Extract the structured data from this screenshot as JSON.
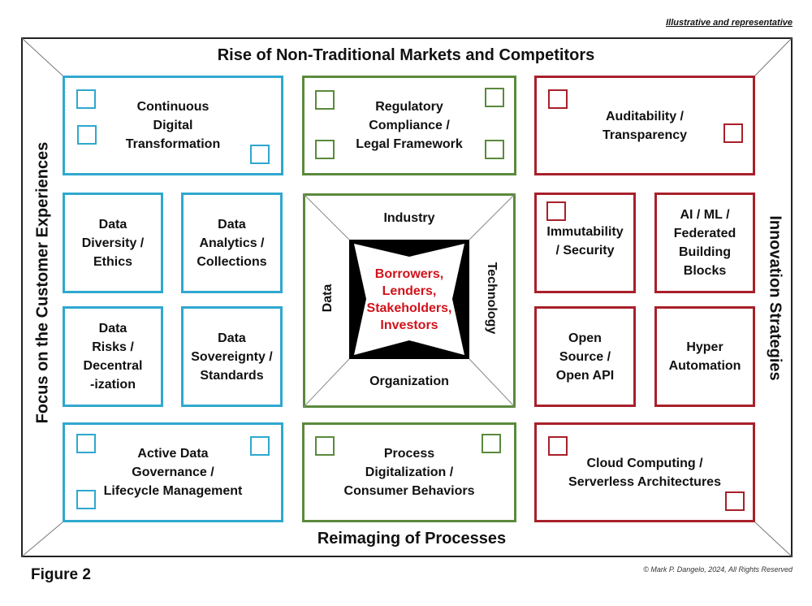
{
  "note": "Illustrative and representative",
  "frame_titles": {
    "top": "Rise of Non-Traditional Markets and Competitors",
    "bottom": "Reimaging of Processes",
    "left": "Focus on the Customer Experiences",
    "right": "Innovation Strategies"
  },
  "colors": {
    "blue_group": "#2fa8cf",
    "green_group": "#5a8a3c",
    "red_group": "#a8202a",
    "center_text": "#d1121a"
  },
  "boxes": {
    "continuous_digital": "Continuous\nDigital\nTransformation",
    "regulatory": "Regulatory\nCompliance /\nLegal Framework",
    "auditability": "Auditability /\nTransparency",
    "data_diversity": "Data\nDiversity /\nEthics",
    "data_analytics": "Data\nAnalytics /\nCollections",
    "data_risks": "Data\nRisks /\nDecentral\n-ization",
    "data_sovereignty": "Data\nSovereignty /\nStandards",
    "immutability": "Immutability\n/ Security",
    "ai_ml": "AI / ML /\nFederated\nBuilding\nBlocks",
    "open_source": "Open\nSource /\nOpen API",
    "hyper_automation": "Hyper\nAutomation",
    "active_data_gov": "Active Data\nGovernance /\nLifecycle Management",
    "process_digital": "Process\nDigitalization /\nConsumer Behaviors",
    "cloud": "Cloud Computing /\nServerless Architectures"
  },
  "core": {
    "top": "Industry",
    "bottom": "Organization",
    "left": "Data",
    "right": "Technology",
    "center": "Borrowers,\nLenders,\nStakeholders,\nInvestors"
  },
  "footer": {
    "figure": "Figure 2",
    "copyright": "© Mark P. Dangelo, 2024, All Rights Reserved"
  }
}
